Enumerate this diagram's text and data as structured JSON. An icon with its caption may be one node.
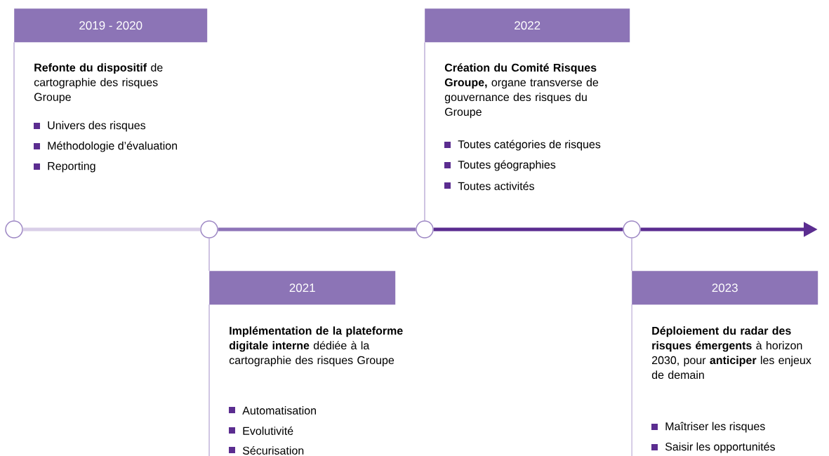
{
  "diagram": {
    "nodes": [
      {
        "text": [
          "2019 - 2020"
        ],
        "beside": [
          "**Refonte du dispositif** de cartographie des risques Groupe",
          "Univers des risques",
          "Méthodologie d’évaluation",
          "Reporting"
        ]
      },
      {
        "text": [
          "2021"
        ],
        "beside": [
          "**Implémentation de la plateforme digitale interne** dédiée à la cartographie des risques Groupe",
          "Automatisation",
          "Evolutivité",
          "Sécurisation"
        ]
      },
      {
        "text": [
          "2022"
        ],
        "beside": [
          "**Création du Comité Risques Groupe,** organe transverse de gouvernance des risques du Groupe",
          "Toutes catégories de risques",
          "Toutes géographies",
          "Toutes activités"
        ]
      },
      {
        "text": [
          "2023"
        ],
        "beside": [
          "**Déploiement du radar des risques émergents** à horizon 2030, pour **anticiper** les enjeux de demain",
          "Maîtriser les risques",
          "Saisir les opportunités"
        ]
      },
      {
        "text": [],
        "shape": "circle"
      },
      {
        "text": [],
        "shape": "circle"
      },
      {
        "text": [],
        "shape": "circle"
      },
      {
        "text": [],
        "shape": "circle"
      }
    ],
    "edges": [
      {
        "from": 4,
        "to": 5,
        "arrow": "none",
        "style": "thick",
        "color": "#d9cfe8"
      },
      {
        "from": 5,
        "to": 6,
        "arrow": "none",
        "style": "thick",
        "color": "#8e74b8"
      },
      {
        "from": 6,
        "to": 7,
        "arrow": "none",
        "style": "thick",
        "color": "#5b2d90"
      },
      {
        "from": 7,
        "to": null,
        "arrow": "to",
        "style": "thick",
        "color": "#5b2d90"
      },
      {
        "from": 4,
        "to": 0,
        "arrow": "none"
      },
      {
        "from": 5,
        "to": 1,
        "arrow": "none"
      },
      {
        "from": 6,
        "to": 2,
        "arrow": "none"
      },
      {
        "from": 7,
        "to": 3,
        "arrow": "none"
      }
    ]
  }
}
